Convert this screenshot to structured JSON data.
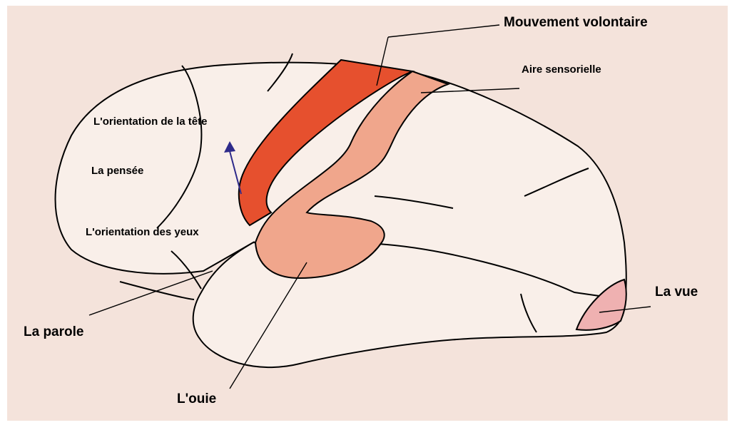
{
  "colors": {
    "background": "#f4e3db",
    "brain_fill": "#f9efe9",
    "outline": "#000000",
    "motor_area": "#e6502e",
    "sensory_area": "#f0a68c",
    "visual_area": "#efb1b1",
    "arrow": "#2e2a8a"
  },
  "labels": {
    "mouvement_volontaire": "Mouvement volontaire",
    "aire_sensorielle": "Aire sensorielle",
    "orientation_tete": "L'orientation de la tête",
    "pensee": "La pensée",
    "orientation_yeux": "L'orientation des yeux",
    "parole": "La parole",
    "ouie": "L'ouie",
    "vue": "La vue"
  }
}
